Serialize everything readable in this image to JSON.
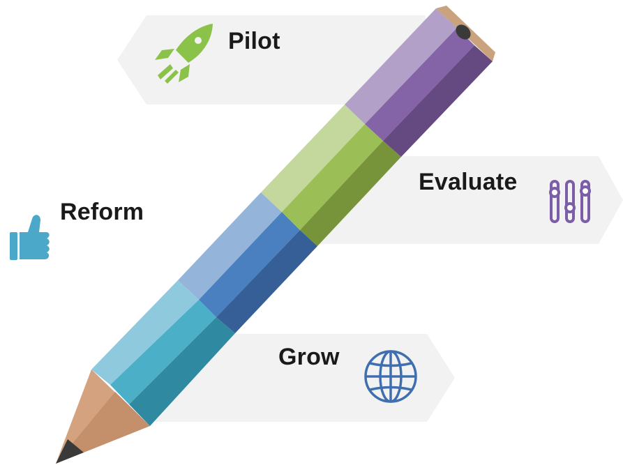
{
  "diagram": {
    "steps": [
      {
        "label": "Pilot",
        "icon": "rocket-icon",
        "color": "#8BC34A"
      },
      {
        "label": "Evaluate",
        "icon": "sliders-icon",
        "color": "#7B5EA7"
      },
      {
        "label": "Reform",
        "icon": "thumbs-up-icon",
        "color": "#4BA8C8"
      },
      {
        "label": "Grow",
        "icon": "globe-icon",
        "color": "#3F6FAF"
      }
    ],
    "pencil_colors": {
      "eraser_end": "#7E5FA1",
      "green": "#8DB548",
      "blue": "#4A7FBF",
      "teal": "#3FA3C0",
      "wood": "#D4A27E",
      "tip": "#3A3A3A"
    },
    "banner_color": "#F2F2F2"
  }
}
